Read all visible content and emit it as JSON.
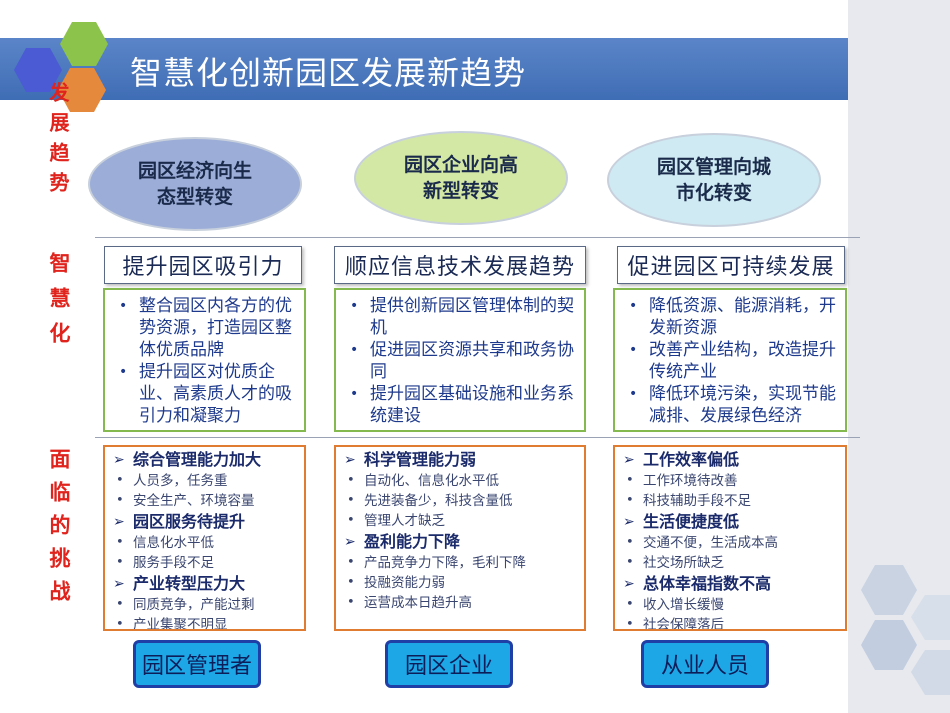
{
  "title": "智慧化创新园区发展新趋势",
  "colors": {
    "title_bar": "#4a74bd",
    "side_label": "#e0231c",
    "green_border": "#83b94e",
    "orange_border": "#e07c31",
    "footer_fill": "#1ea7e6",
    "footer_border": "#1f3fa6"
  },
  "side_labels": {
    "trend": "发展趋势",
    "smart": "智慧化",
    "challenge": "面临的挑战"
  },
  "columns": [
    {
      "ellipse": "园区经济向生\n态型转变",
      "ellipse_color": "#9cadd8",
      "heading": "提升园区吸引力",
      "bullets": [
        "整合园区内各方的优势资源，打造园区整体优质品牌",
        "提升园区对优质企业、高素质人才的吸引力和凝聚力"
      ],
      "challenges": [
        {
          "head": "综合管理能力加大",
          "items": [
            "人员多，任务重",
            "安全生产、环境容量"
          ]
        },
        {
          "head": "园区服务待提升",
          "items": [
            "信息化水平低",
            "服务手段不足"
          ]
        },
        {
          "head": "产业转型压力大",
          "items": [
            "同质竞争，产能过剩",
            "产业集聚不明显"
          ]
        }
      ],
      "footer": "园区管理者"
    },
    {
      "ellipse": "园区企业向高\n新型转变",
      "ellipse_color": "#d4e8a6",
      "heading": "顺应信息技术发展趋势",
      "bullets": [
        "提供创新园区管理体制的契机",
        "促进园区资源共享和政务协同",
        "提升园区基础设施和业务系统建设"
      ],
      "challenges": [
        {
          "head": "科学管理能力弱",
          "items": [
            "自动化、信息化水平低",
            "先进装备少，科技含量低",
            "管理人才缺乏"
          ]
        },
        {
          "head": "盈利能力下降",
          "items": [
            "产品竞争力下降，毛利下降",
            "投融资能力弱",
            "运营成本日趋升高"
          ]
        }
      ],
      "footer": "园区企业"
    },
    {
      "ellipse": "园区管理向城\n市化转变",
      "ellipse_color": "#cfeaf2",
      "heading": "促进园区可持续发展",
      "bullets": [
        "降低资源、能源消耗，开发新资源",
        "改善产业结构，改造提升传统产业",
        "降低环境污染，实现节能减排、发展绿色经济"
      ],
      "challenges": [
        {
          "head": "工作效率偏低",
          "items": [
            "工作环境待改善",
            "科技辅助手段不足"
          ]
        },
        {
          "head": "生活便捷度低",
          "items": [
            "交通不便，生活成本高",
            "社交场所缺乏"
          ]
        },
        {
          "head": "总体幸福指数不高",
          "items": [
            "收入增长缓慢",
            "社会保障落后"
          ]
        }
      ],
      "footer": "从业人员"
    }
  ]
}
